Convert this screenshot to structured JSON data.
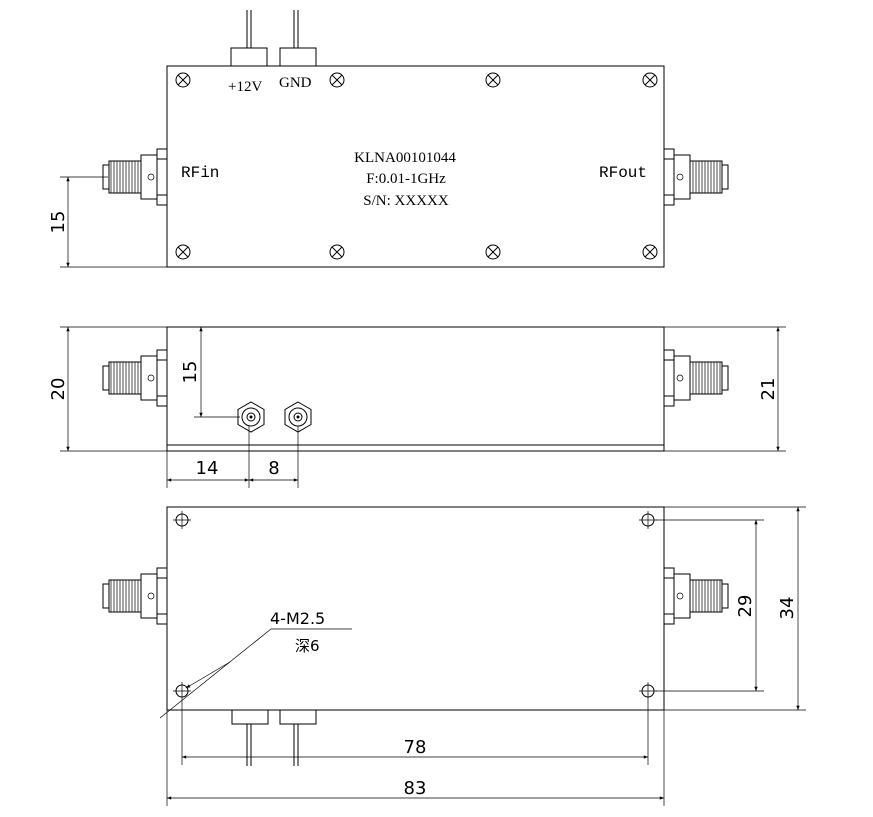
{
  "top_view": {
    "pin_labels": {
      "power": "+12V",
      "ground": "GND"
    },
    "port_labels": {
      "input": "RFin",
      "output": "RFout"
    },
    "label_lines": {
      "model": "KLNA00101044",
      "frequency": "F:0.01-1GHz",
      "serial": "S/N: XXXXX"
    },
    "dim_connector_height": "15"
  },
  "side_view": {
    "dim_height_left": "20",
    "dim_height_right": "21",
    "dim_pin_height": "15",
    "dim_pin_offset": "14",
    "dim_pin_spacing": "8"
  },
  "bottom_view": {
    "hole_callout": "4-M2.5",
    "hole_depth": "深6",
    "dim_hole_spacing_h": "78",
    "dim_total_length": "83",
    "dim_hole_spacing_v": "29",
    "dim_total_width": "34"
  }
}
